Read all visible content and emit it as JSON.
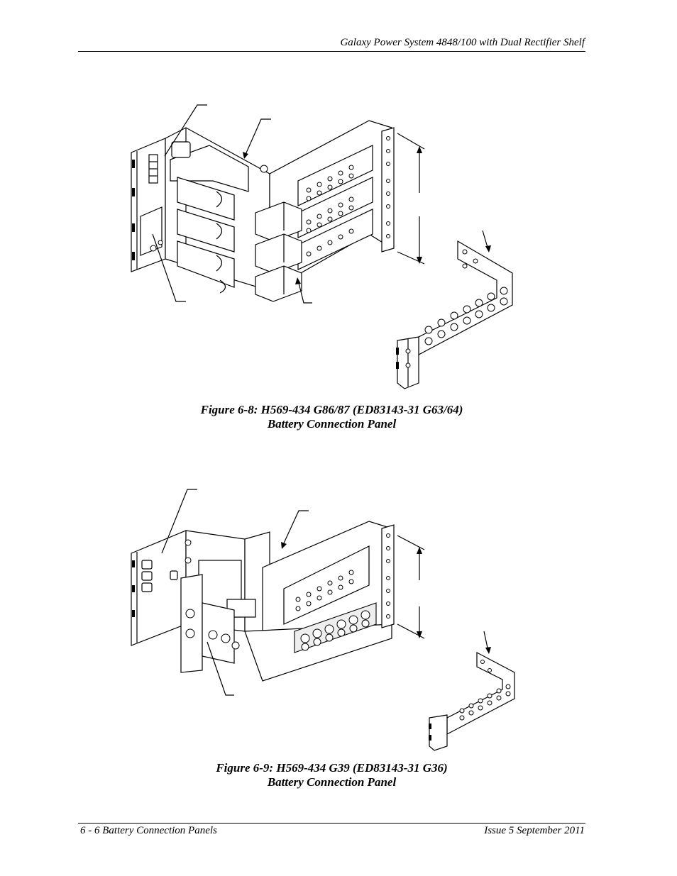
{
  "header": {
    "title": "Galaxy Power System 4848/100 with Dual Rectifier Shelf"
  },
  "figures": [
    {
      "caption_line1": "Figure 6-8: H569-434 G86/87 (ED83143-31 G63/64)",
      "caption_line2": "Battery Connection Panel"
    },
    {
      "caption_line1": "Figure 6-9: H569-434 G39 (ED83143-31 G36)",
      "caption_line2": "Battery Connection Panel"
    }
  ],
  "footer": {
    "left": "6 - 6  Battery Connection Panels",
    "right": "Issue 5 September 2011"
  }
}
